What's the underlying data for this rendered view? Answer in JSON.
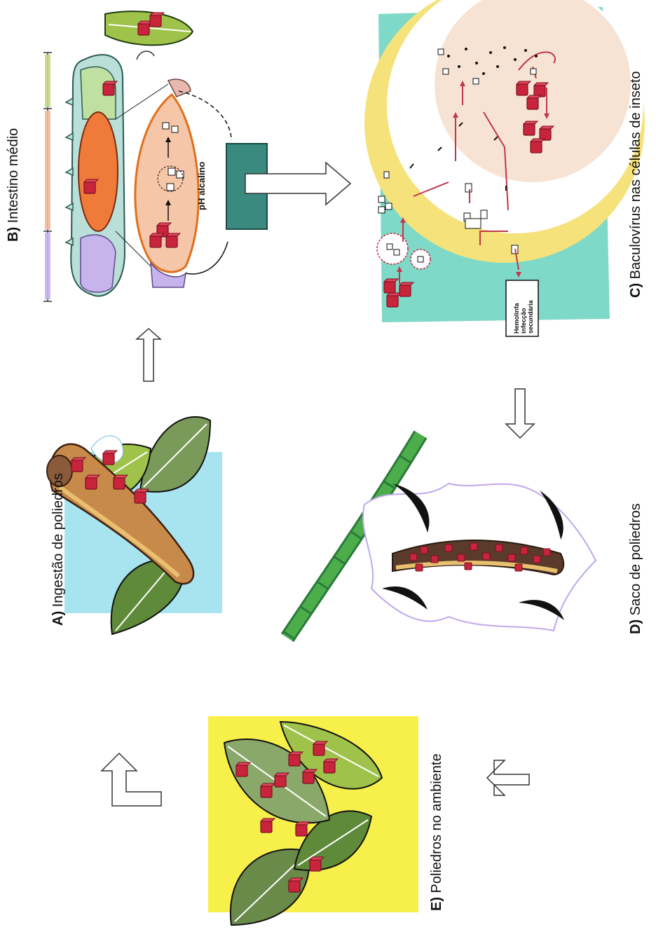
{
  "panels": {
    "a": {
      "letter": "A)",
      "caption": "Ingestão de poliedros"
    },
    "b": {
      "letter": "B)",
      "caption": "Intestino médio",
      "ph_label": "pH alcalino"
    },
    "c": {
      "letter": "C)",
      "caption": "Baculovírus nas células de inseto",
      "box_line1": "Hemolinfa",
      "box_line2": "infecção",
      "box_line3": "secundária"
    },
    "d": {
      "letter": "D)",
      "caption": "Saco de poliedros"
    },
    "e": {
      "letter": "E)",
      "caption": "Poliedros no ambiente"
    }
  },
  "colors": {
    "polyhedra": "#c8243c",
    "leaf_light": "#9fc24a",
    "leaf_dark": "#5f8a3a",
    "sky": "#a8e4f0",
    "teal": "#7fd9c8",
    "yellow_bg": "#f7f04a",
    "cell_ring": "#f5e27a",
    "nucleus": "#f7e3d4",
    "gut_orange": "#f07a3a",
    "gut_pink": "#f6c6a8",
    "caterpillar_body": "#5a3a2a",
    "arrow_outline": "#333333"
  },
  "icons": [
    "hollow-arrow-icon",
    "polyhedra-cube-icon",
    "leaf-icon",
    "caterpillar-icon"
  ]
}
